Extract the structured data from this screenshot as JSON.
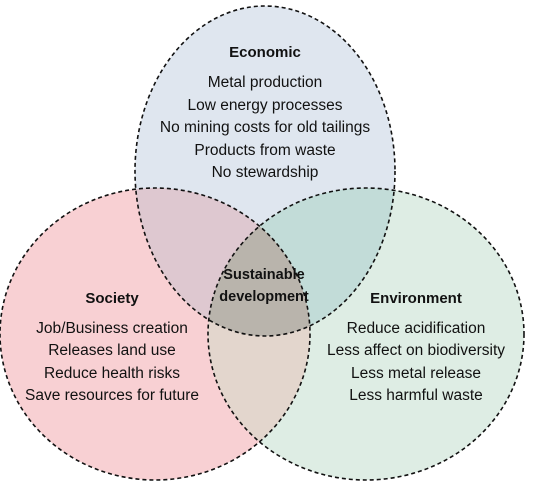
{
  "colors": {
    "economic": "#dfe6ef",
    "society": "#f8d0d3",
    "environment": "#deede4",
    "economic_society": "#dec8d0",
    "economic_environment": "#c2dcd8",
    "society_environment": "#e3d6cd",
    "center": "#b9b4ac",
    "outline": "#111111"
  },
  "economic": {
    "title": "Economic",
    "items": [
      "Metal production",
      "Low energy processes",
      "No mining costs  for old tailings",
      "Products from waste",
      "No stewardship"
    ]
  },
  "society": {
    "title": "Society",
    "items": [
      "Job/Business creation",
      "Releases land use",
      "Reduce health risks",
      "Save resources for future"
    ]
  },
  "environment": {
    "title": "Environment",
    "items": [
      "Reduce acidification",
      "Less affect on biodiversity",
      "Less metal release",
      "Less harmful waste"
    ]
  },
  "center": {
    "line1": "Sustainable",
    "line2": "development"
  }
}
